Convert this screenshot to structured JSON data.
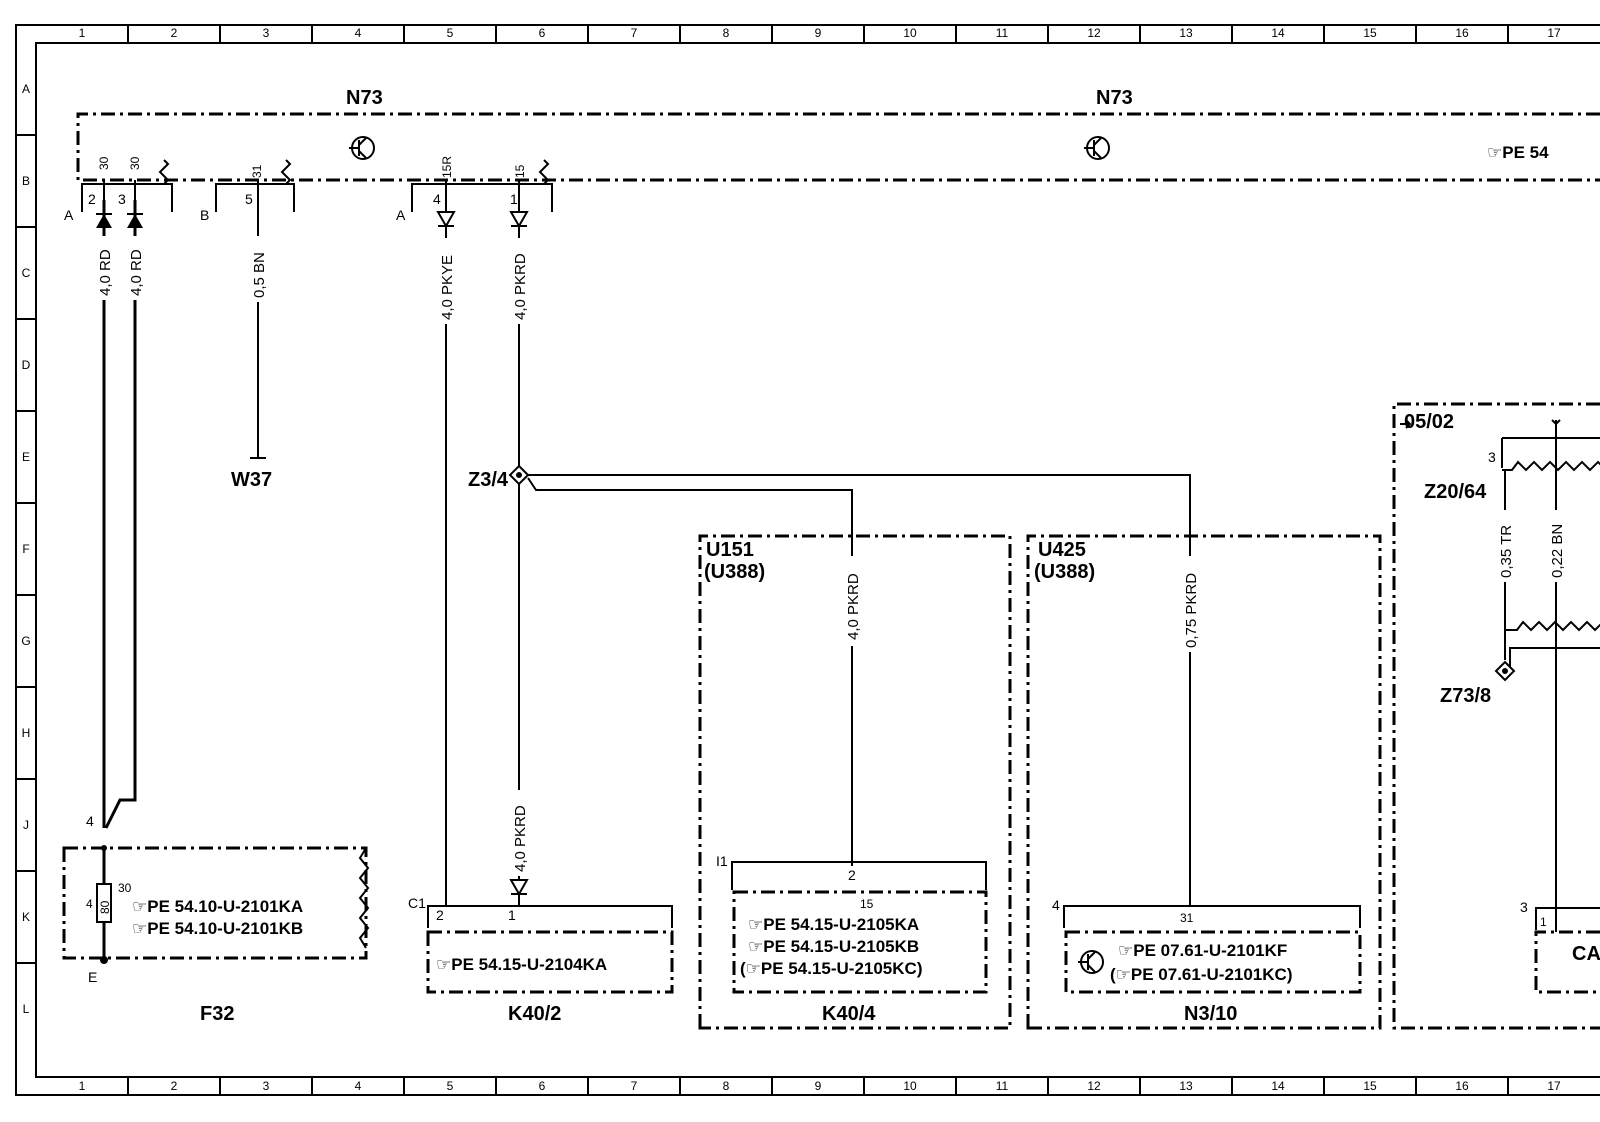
{
  "grid": {
    "columns": [
      "1",
      "2",
      "3",
      "4",
      "5",
      "6",
      "7",
      "8",
      "9",
      "10",
      "11",
      "12",
      "13",
      "14",
      "15",
      "16",
      "17"
    ],
    "rows": [
      "A",
      "B",
      "C",
      "D",
      "E",
      "F",
      "G",
      "H",
      "J",
      "K",
      "L"
    ]
  },
  "components": {
    "n73_left": "N73",
    "n73_right": "N73",
    "w37": "W37",
    "z3_4": "Z3/4",
    "u151": "U151",
    "u151_sub": "(U388)",
    "u425": "U425",
    "u425_sub": "(U388)",
    "f32": "F32",
    "k40_2": "K40/2",
    "k40_4": "K40/4",
    "n3_10": "N3/10",
    "z20_64": "Z20/64",
    "z73_8": "Z73/8",
    "sheet_ref": "05/02",
    "partial_label": "CAI"
  },
  "connectors": {
    "a1": "A",
    "b1": "B",
    "a2": "A",
    "c1": "C1",
    "i1": "I1",
    "e": "E",
    "pin2": "2",
    "pin3": "3",
    "pin5": "5",
    "pin4": "4",
    "pin1": "1",
    "term30a": "30",
    "term30b": "30",
    "term31": "31",
    "term15r": "15R",
    "term15": "15",
    "f32_pin4": "4",
    "f32_pin4b": "4",
    "f32_30": "30",
    "f32_rating": "80",
    "k402_p2": "2",
    "k402_p1": "1",
    "k404_p2": "2",
    "k404_15": "15",
    "n310_4": "4",
    "n310_31": "31",
    "z2064_3": "3",
    "cai_3": "3",
    "cai_1": "1"
  },
  "wires": {
    "w1": "4,0 RD",
    "w2": "4,0 RD",
    "w3": "0,5 BN",
    "w4": "4,0 PKYE",
    "w5": "4,0 PKRD",
    "w6": "4,0 PKRD",
    "w7": "4,0 PKRD",
    "w8": "0,75 PKRD",
    "w9": "0,35 TR",
    "w10": "0,22 BN"
  },
  "refs": {
    "pe_top": "☞PE 54",
    "f32_a": "☞PE  54.10-U-2101KA",
    "f32_b": "☞PE  54.10-U-2101KB",
    "k402": "☞PE  54.15-U-2104KA",
    "k404_a": "☞PE  54.15-U-2105KA",
    "k404_b": "☞PE  54.15-U-2105KB",
    "k404_c": "(☞PE  54.15-U-2105KC)",
    "n310_a": "☞PE  07.61-U-2101KF",
    "n310_b": "(☞PE  07.61-U-2101KC)"
  }
}
